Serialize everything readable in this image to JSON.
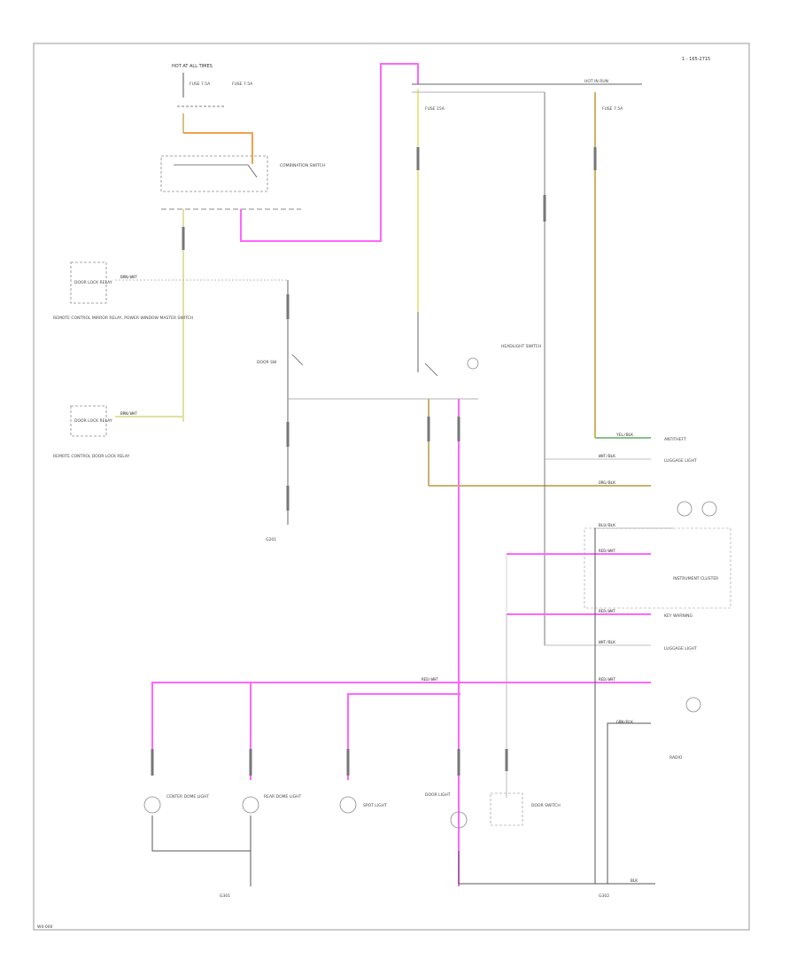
{
  "diagram": {
    "page_code": "1 - 165-2715",
    "footer_code": "W0-000",
    "colors": {
      "frame": "#999999",
      "wire": "#555555",
      "pink": "#ff66ff",
      "yellow": "#e8e88a",
      "orange": "#f0a050",
      "tan": "#c8b070",
      "green": "#88c088"
    },
    "labels": {
      "hot_all_times": "HOT AT ALL TIMES",
      "fuse_top_left": "FUSE 7.5A",
      "fuse_top_center": "FUSE 7.5A",
      "hot_in_run": "HOT IN RUN",
      "fuse_center": "FUSE 15A",
      "fuse_right": "FUSE 7.5A",
      "combination_switch": "COMBINATION SWITCH",
      "door_left_top": "DOOR LOCK RELAY",
      "door_left_bottom": "DOOR LOCK RELAY",
      "desc_left_top": "REMOTE CONTROL MIRROR RELAY, POWER WINDOW MASTER SWITCH",
      "desc_left_bottom": "REMOTE CONTROL DOOR LOCK RELAY",
      "switch_left": "DOOR SW",
      "switch_center": "HEADLIGHT SWITCH",
      "ground_left": "G201",
      "ground_bottom_left": "G301",
      "ground_bottom_right": "G302",
      "right_1": "ANTITHEFT",
      "right_2": "LUGGAGE LIGHT",
      "instrument_cluster": "INSTRUMENT CLUSTER",
      "right_3": "KEY WARNING",
      "right_4": "LUGGAGE LIGHT",
      "radio": "RADIO",
      "lamp_1": "CENTER DOME LIGHT",
      "lamp_2": "REAR DOME LIGHT",
      "lamp_3": "SPOT LIGHT",
      "lamp_4": "DOOR LIGHT",
      "switch_bottom": "DOOR SWITCH"
    },
    "wire_labels": {
      "w1": "BRN/WHT",
      "w2": "BRN/WHT",
      "w3": "YEL/BLK",
      "w4": "WHT/BLK",
      "w5": "ORG/BLK",
      "w6": "BLU/BLK",
      "w7": "RED/WHT",
      "w8": "RED/WHT",
      "w9": "WHT/BLK",
      "w10": "RED/WHT",
      "w11": "RED/WHT",
      "w12": "GRN/BLK",
      "w13": "BLK"
    }
  }
}
